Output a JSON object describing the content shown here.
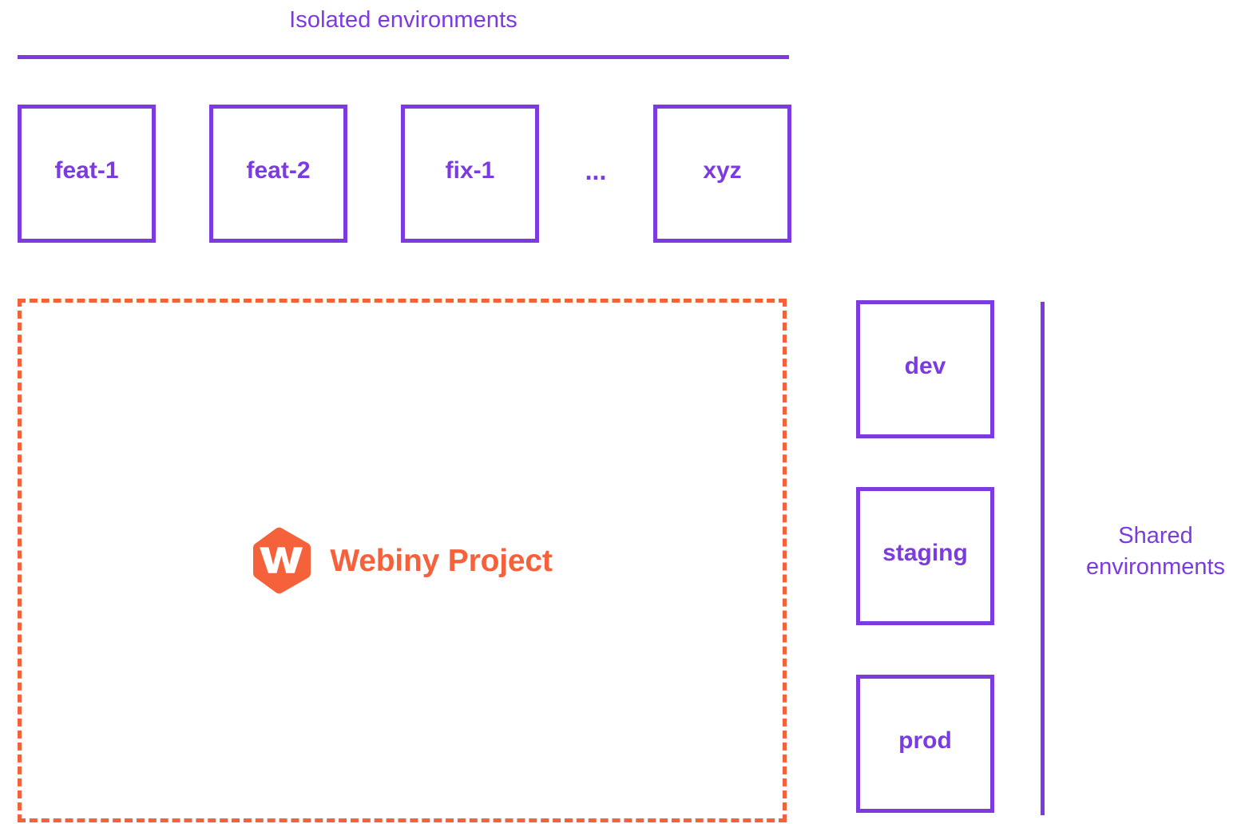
{
  "diagram": {
    "isolated": {
      "title": "Isolated environments",
      "boxes": [
        {
          "label": "feat-1"
        },
        {
          "label": "feat-2"
        },
        {
          "label": "fix-1"
        },
        {
          "label": "xyz"
        }
      ],
      "ellipsis": "..."
    },
    "project": {
      "name": "Webiny Project",
      "logo_icon": "webiny-hexagon-logo-icon",
      "logo_letter": "W"
    },
    "shared": {
      "title_line_1": "Shared",
      "title_line_2": "environments",
      "boxes": [
        {
          "label": "dev"
        },
        {
          "label": "staging"
        },
        {
          "label": "prod"
        }
      ]
    },
    "colors": {
      "purple": "#7B3BE0",
      "orange": "#F5613A",
      "background": "#FFFFFF"
    }
  }
}
